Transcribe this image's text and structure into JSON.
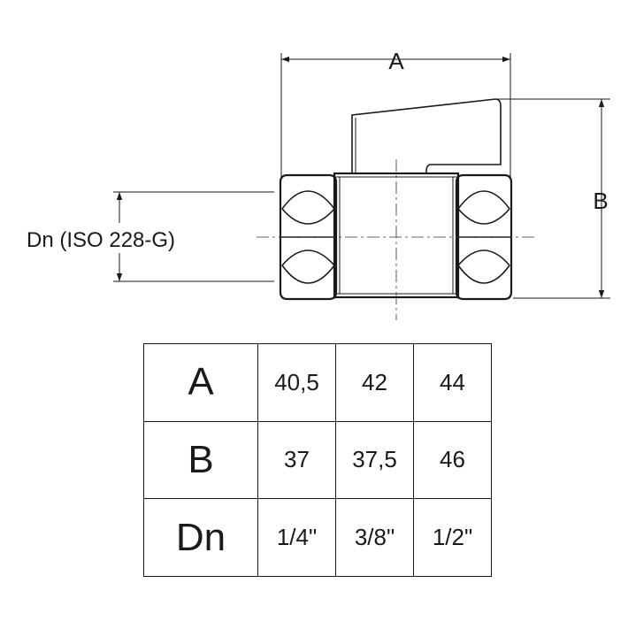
{
  "drawing": {
    "dimension_a_label": "A",
    "dimension_b_label": "B",
    "thread_label": "Dn (ISO 228-G)",
    "line_color": "#1a1a1a"
  },
  "table": {
    "rows": [
      {
        "label": "A",
        "values": [
          "40,5",
          "42",
          "44"
        ]
      },
      {
        "label": "B",
        "values": [
          "37",
          "37,5",
          "46"
        ]
      },
      {
        "label": "Dn",
        "values": [
          "1/4\"",
          "3/8\"",
          "1/2\""
        ]
      }
    ]
  }
}
